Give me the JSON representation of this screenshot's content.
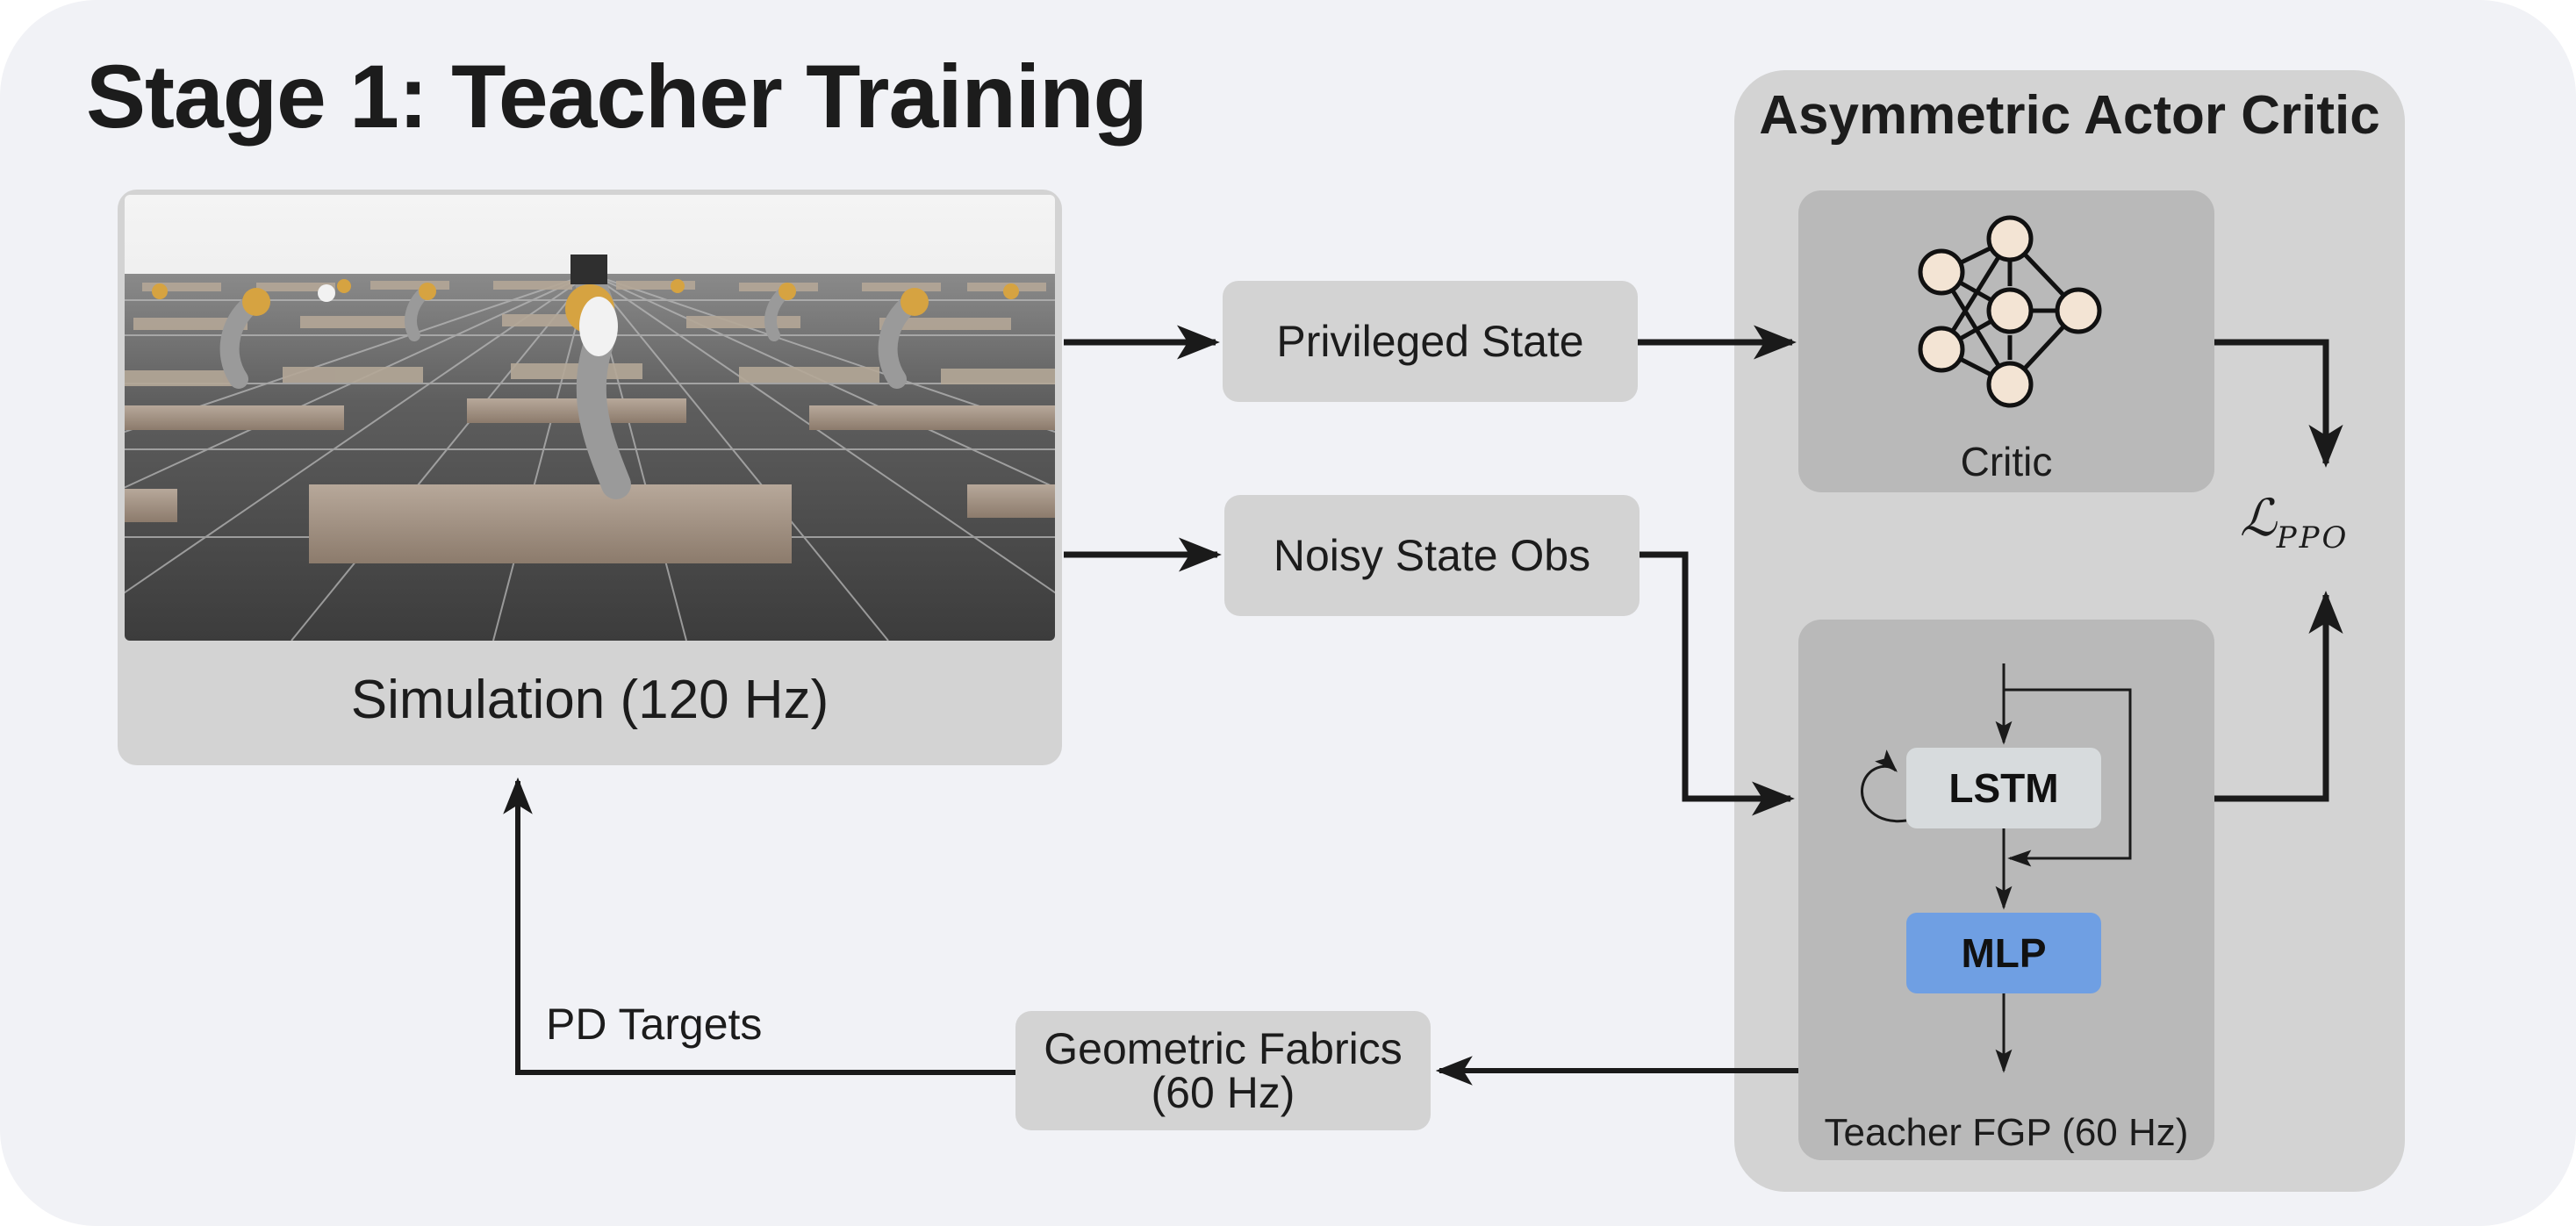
{
  "title": "Stage 1: Teacher Training",
  "simulation": {
    "caption": "Simulation (120 Hz)"
  },
  "nodes": {
    "privileged_state": "Privileged State",
    "noisy_state_obs": "Noisy State Obs",
    "geometric_fabrics_line1": "Geometric Fabrics",
    "geometric_fabrics_line2": "(60 Hz)"
  },
  "actor_critic": {
    "title": "Asymmetric Actor Critic",
    "critic_label": "Critic",
    "lstm_label": "LSTM",
    "mlp_label": "MLP",
    "teacher_label": "Teacher FGP (60 Hz)"
  },
  "loss": {
    "symbol": "ℒ",
    "subscript": "PPO"
  },
  "edges": {
    "pd_targets": "PD Targets"
  },
  "colors": {
    "background": "#f1f2f6",
    "panel": "#d3d3d3",
    "inner_panel": "#b9b9b9",
    "mlp": "#6f9fe3",
    "lstm": "#d7dbdd",
    "neuron": "#f3e4d4"
  }
}
